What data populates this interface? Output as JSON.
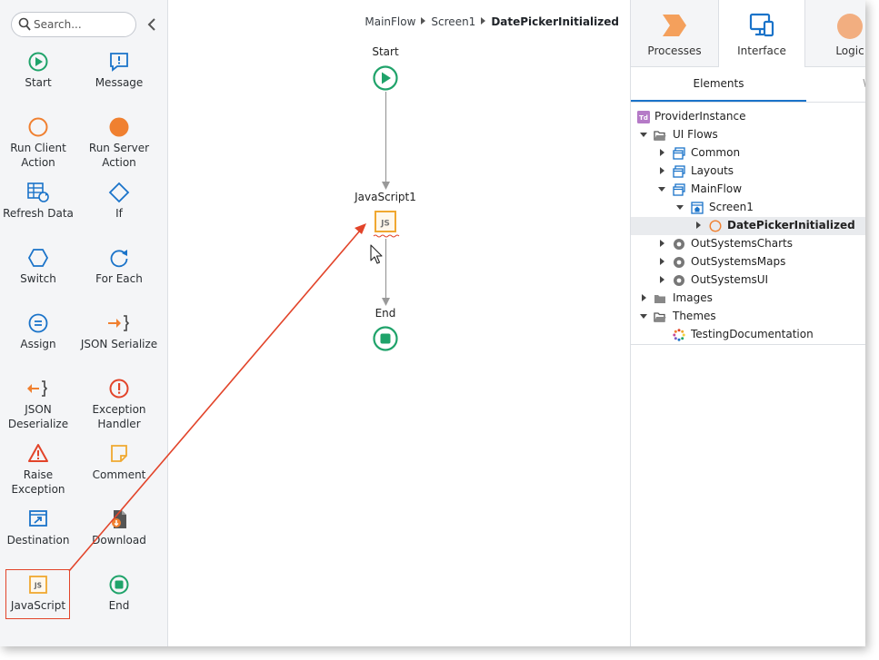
{
  "toolbox": {
    "search_placeholder": "Search...",
    "tools": [
      {
        "id": "start",
        "label": "Start"
      },
      {
        "id": "message",
        "label": "Message"
      },
      {
        "id": "run-client-action",
        "label": "Run Client Action"
      },
      {
        "id": "run-server-action",
        "label": "Run Server Action"
      },
      {
        "id": "refresh-data",
        "label": "Refresh Data"
      },
      {
        "id": "if",
        "label": "If"
      },
      {
        "id": "switch",
        "label": "Switch"
      },
      {
        "id": "for-each",
        "label": "For Each"
      },
      {
        "id": "assign",
        "label": "Assign"
      },
      {
        "id": "json-serialize",
        "label": "JSON Serialize"
      },
      {
        "id": "json-deserialize",
        "label": "JSON Deserialize"
      },
      {
        "id": "exception-handler",
        "label": "Exception Handler"
      },
      {
        "id": "raise-exception",
        "label": "Raise Exception"
      },
      {
        "id": "comment",
        "label": "Comment"
      },
      {
        "id": "destination",
        "label": "Destination"
      },
      {
        "id": "download",
        "label": "Download"
      },
      {
        "id": "javascript",
        "label": "JavaScript"
      },
      {
        "id": "end",
        "label": "End"
      }
    ]
  },
  "canvas": {
    "breadcrumb": [
      "MainFlow",
      "Screen1",
      "DatePickerInitialized"
    ],
    "nodes": {
      "start": "Start",
      "javascript": "JavaScript1",
      "end": "End"
    },
    "js_badge": "JS"
  },
  "right_panel": {
    "tabs": [
      {
        "label": "Processes"
      },
      {
        "label": "Interface"
      },
      {
        "label": "Logic"
      }
    ],
    "subtabs": {
      "elements": "Elements",
      "more": "W"
    },
    "tree": [
      {
        "label": "ProviderInstance"
      },
      {
        "label": "UI Flows"
      },
      {
        "label": "Common"
      },
      {
        "label": "Layouts"
      },
      {
        "label": "MainFlow"
      },
      {
        "label": "Screen1"
      },
      {
        "label": "DatePickerInitialized"
      },
      {
        "label": "OutSystemsCharts"
      },
      {
        "label": "OutSystemsMaps"
      },
      {
        "label": "OutSystemsUI"
      },
      {
        "label": "Images"
      },
      {
        "label": "Themes"
      },
      {
        "label": "TestingDocumentation"
      }
    ],
    "module_icon_text": "Td"
  },
  "colors": {
    "accent_blue": "#1a73c9",
    "flow_green": "#1fa36a",
    "action_orange": "#f08030",
    "error_red": "#e2442a",
    "js_yellow": "#f0a830"
  }
}
